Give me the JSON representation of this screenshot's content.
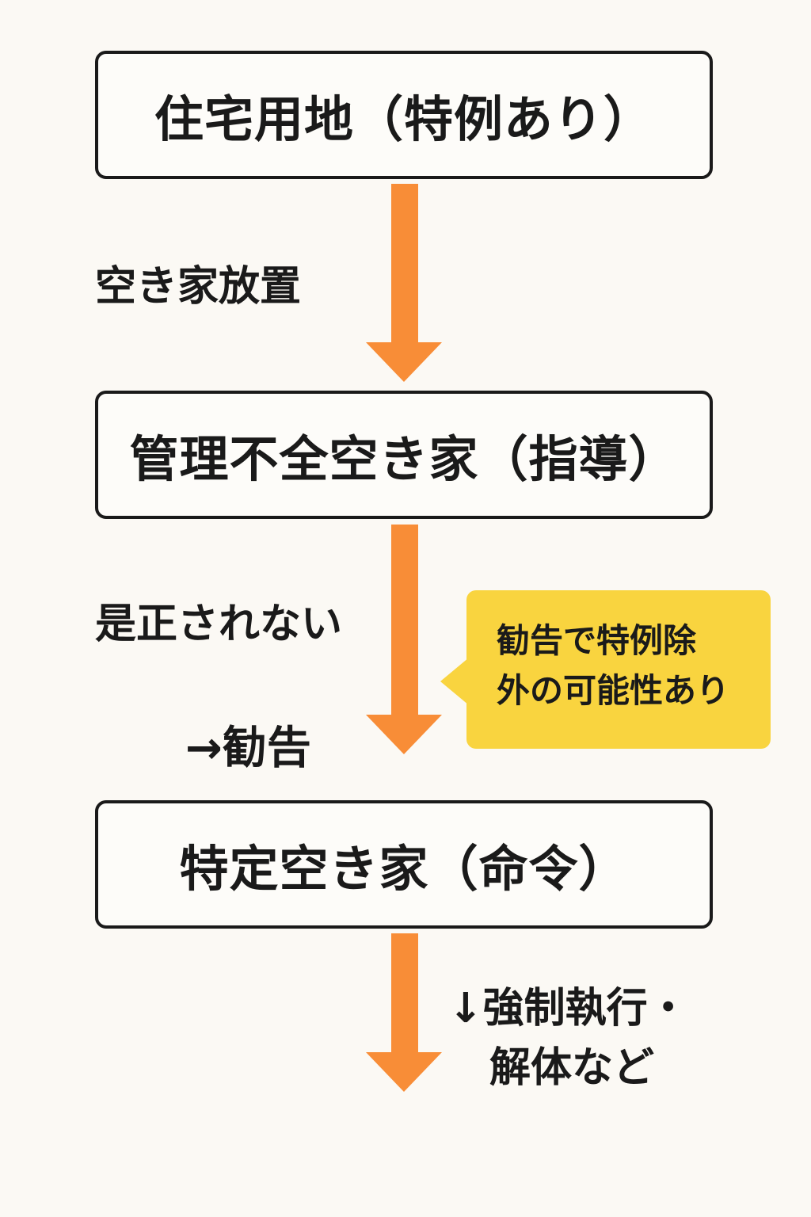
{
  "nodes": [
    {
      "label": "住宅用地（特例あり）"
    },
    {
      "label": "管理不全空き家（指導）"
    },
    {
      "label": "特定空き家（命令）"
    }
  ],
  "edge_labels": {
    "vacant": "空き家放置",
    "not_corrected": "是正されない",
    "recommendation": "→勧告",
    "enforcement_line1": "↓強制執行・",
    "enforcement_line2": "解体など"
  },
  "callout": {
    "line1": "勧告で特例除",
    "line2": "外の可能性あり"
  },
  "colors": {
    "arrow": "#f88d37",
    "callout": "#f9d43f",
    "border": "#1a1a1a",
    "background": "#fbf9f4"
  }
}
